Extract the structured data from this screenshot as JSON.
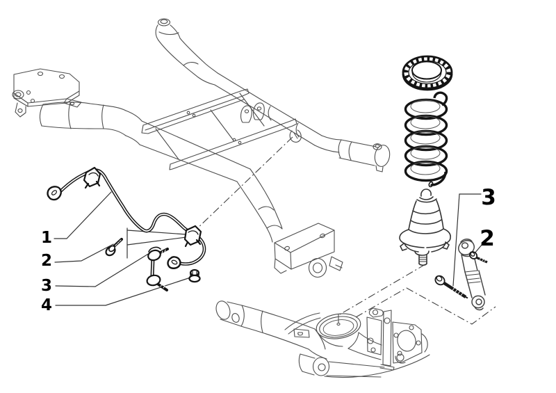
{
  "figure": {
    "kind": "exploded-parts-diagram",
    "subject": "rear-suspension",
    "background": "#ffffff",
    "colors": {
      "thin_line": "#4d4d4d",
      "bold_line": "#141414",
      "leader": "#333333",
      "axis": "#3f3f3f",
      "label": "#000000"
    },
    "callouts": {
      "left": [
        {
          "label": "1"
        },
        {
          "label": "2"
        },
        {
          "label": "3"
        },
        {
          "label": "4"
        }
      ],
      "right": [
        {
          "label": "3"
        },
        {
          "label": "2"
        }
      ]
    },
    "parts": [
      "rear-subframe-crossmember",
      "stabilizer-bar",
      "stabilizer-clamp-bolt",
      "stabilizer-end-link",
      "flanged-nut",
      "spring-upper-seat-ring",
      "coil-spring",
      "spring-bump-stop",
      "shock-absorber",
      "shock-upper-bolt",
      "shock-lower-long-bolt",
      "trailing-arm-hub-assembly"
    ]
  }
}
